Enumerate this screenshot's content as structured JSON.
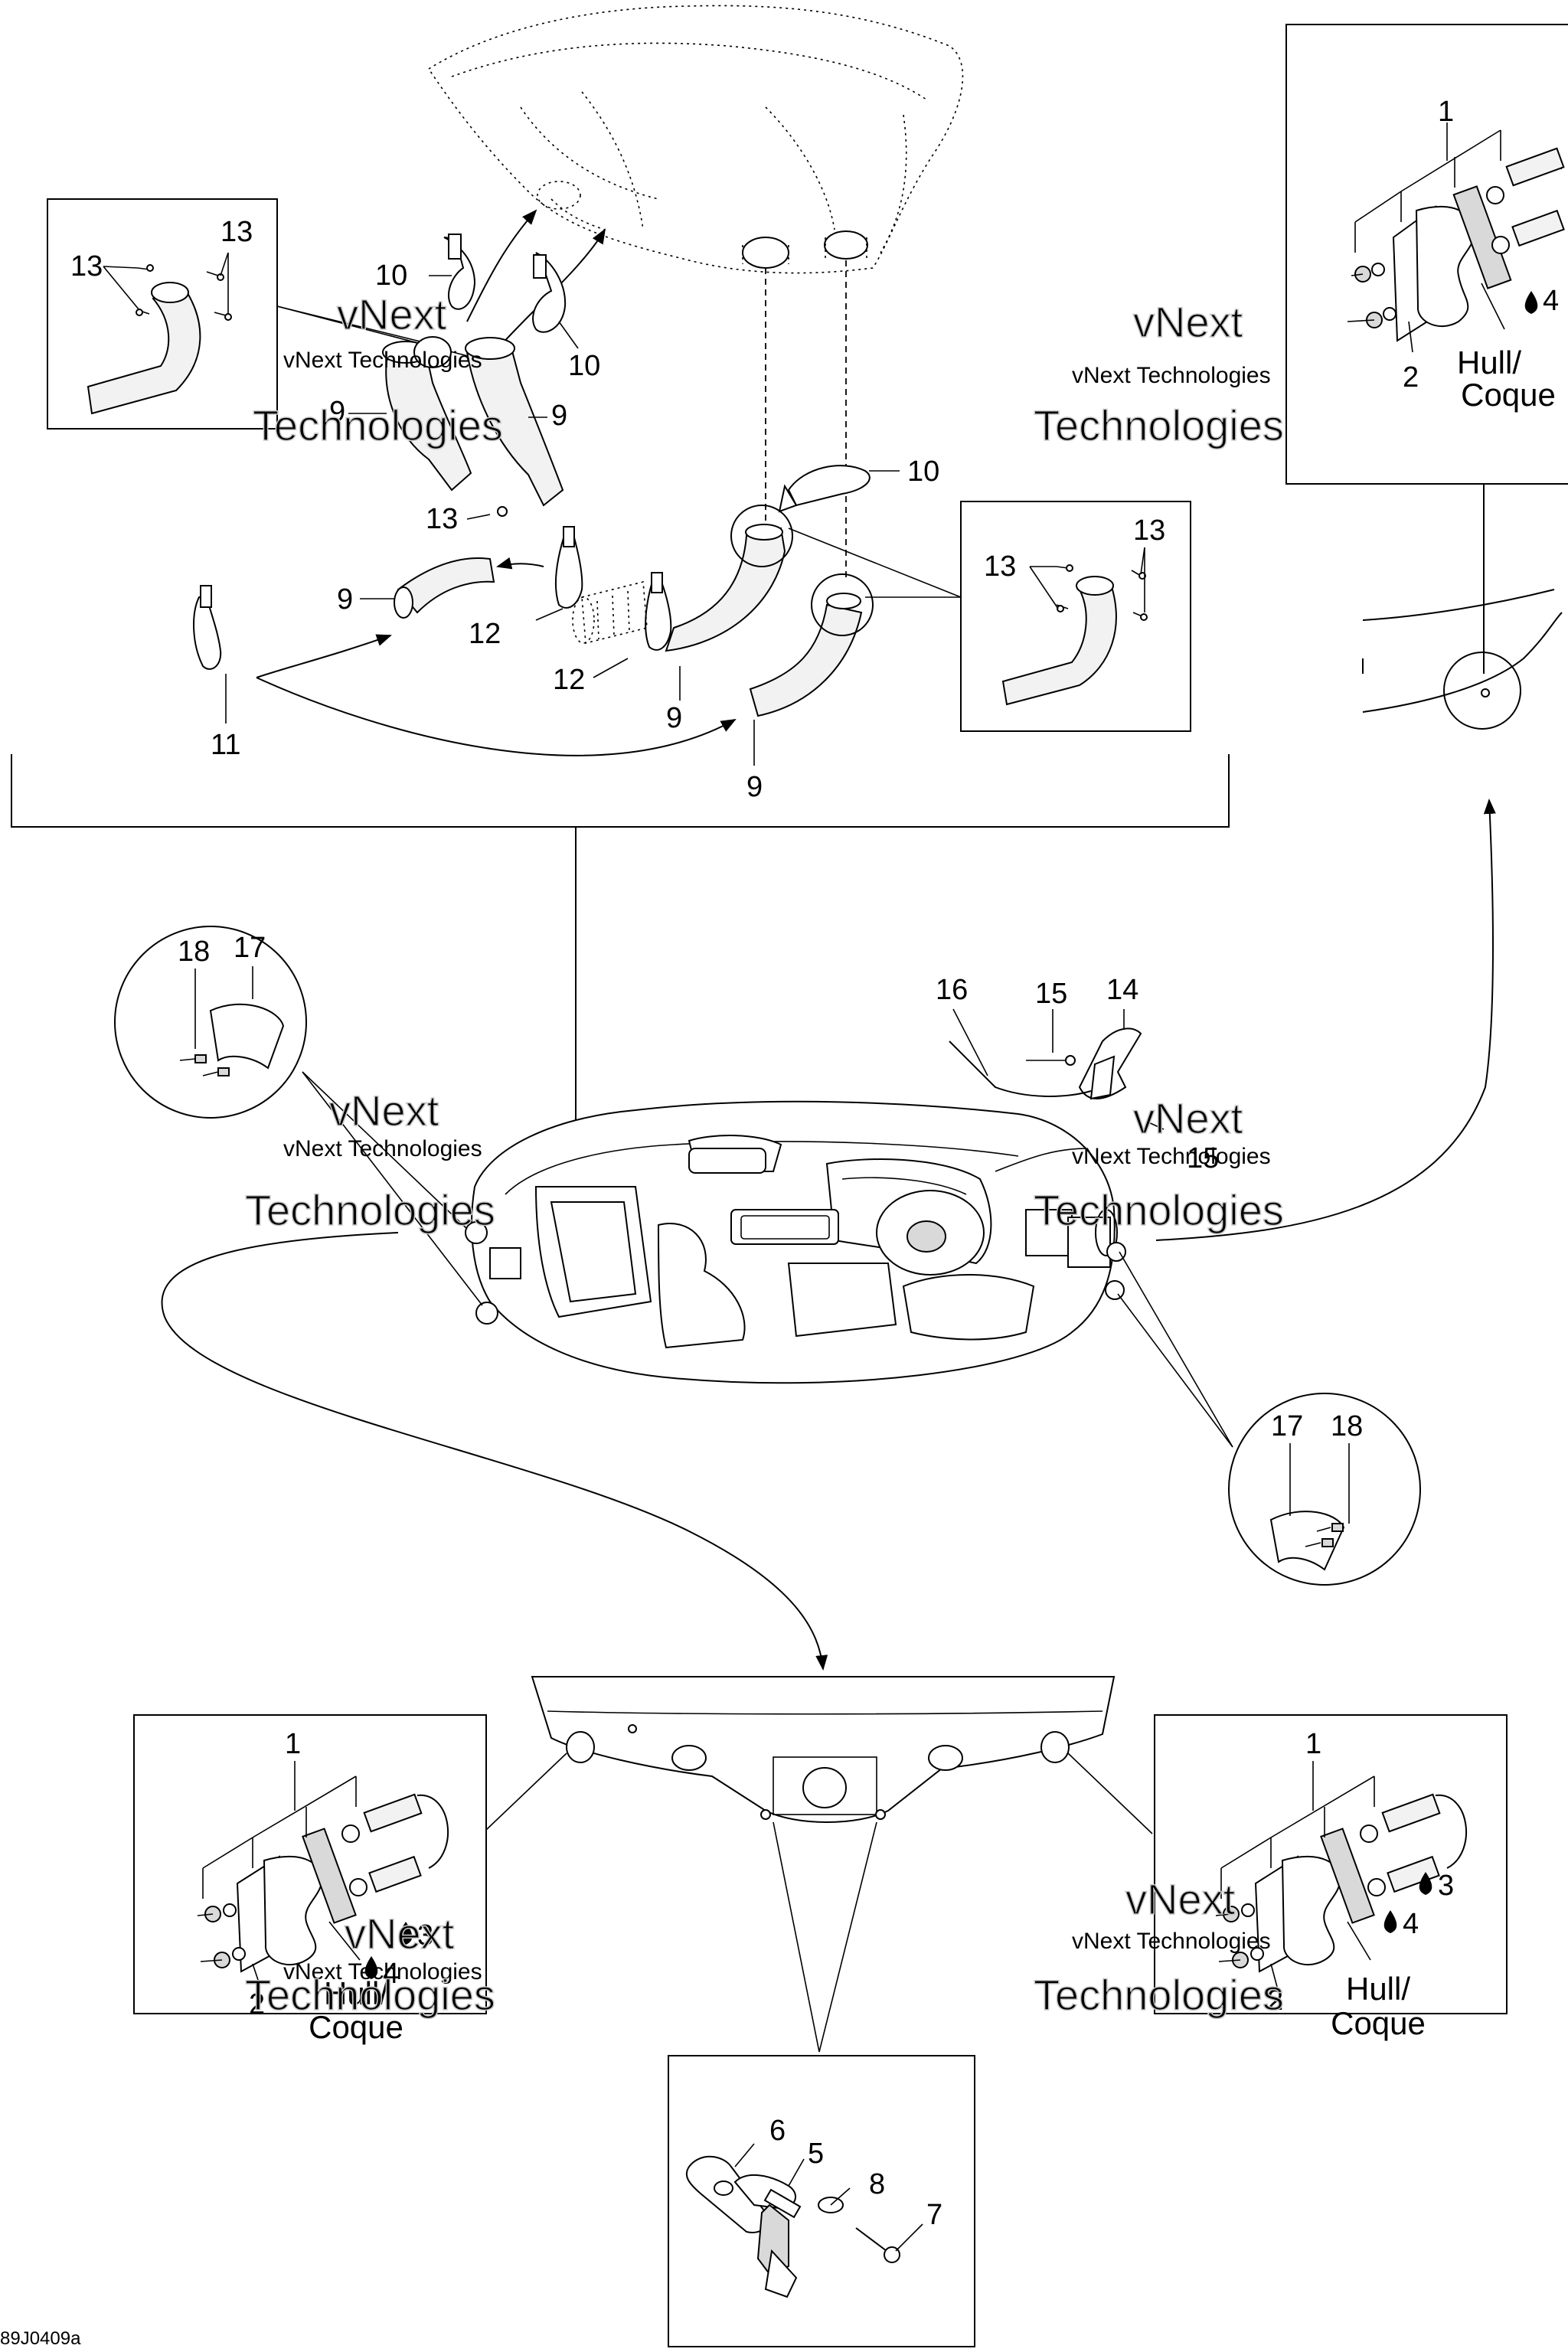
{
  "labels": {
    "p1": "1",
    "p2": "2",
    "p3": "3",
    "p4": "4",
    "p5": "5",
    "p6": "6",
    "p7": "7",
    "p8": "8",
    "p9": "9",
    "p10": "10",
    "p11": "11",
    "p12": "12",
    "p13": "13",
    "p14": "14",
    "p15": "15",
    "p16": "16",
    "p17": "17",
    "p18": "18"
  },
  "hull_label": "Hull/",
  "coque_label": "Coque",
  "watermark_line1": "vNext Technologies",
  "watermark_line2": "Technologies",
  "watermark_top": "vNext",
  "diagram_code": "89J0409a",
  "colors": {
    "ink": "#000000",
    "paper": "#ffffff",
    "watermark": "#9a9a9a"
  }
}
